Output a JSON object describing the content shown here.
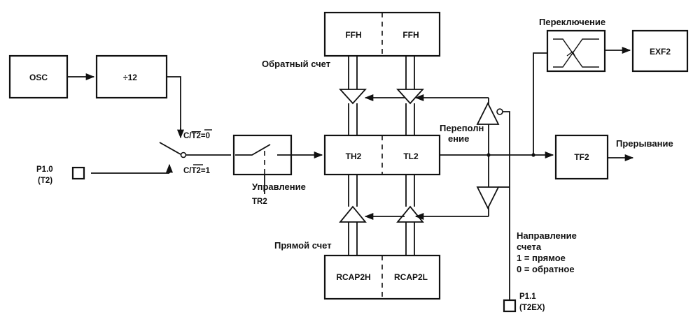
{
  "blocks": {
    "osc": "OSC",
    "div12": "÷12",
    "ffh_left": "FFH",
    "ffh_right": "FFH",
    "th2": "TH2",
    "tl2": "TL2",
    "rcap2h": "RCAP2H",
    "rcap2l": "RCAP2L",
    "tf2": "TF2",
    "exf2": "EXF2"
  },
  "labels": {
    "ct2_zero_prefix": "C/",
    "ct2_zero_bar": "T2",
    "ct2_zero_suffix": "=0",
    "ct2_one_prefix": "C/",
    "ct2_one_bar": "T2",
    "ct2_one_suffix": "=1",
    "p10_line1": "P1.0",
    "p10_line2": "(T2)",
    "control": "Управление",
    "tr2": "TR2",
    "count_down": "Обратный счет",
    "count_up": "Прямой счет",
    "overflow_line1": "Переполн",
    "overflow_line2": "ение",
    "switching": "Переключение",
    "interrupt": "Прерывание",
    "direction_line1": "Направление",
    "direction_line2": "счета",
    "direction_line3": "1 = прямое",
    "direction_line4": "0 = обратное",
    "p11_line1": "P1.1",
    "p11_line2": "(T2EX)"
  },
  "colors": {
    "line": "#111111",
    "background": "#ffffff"
  }
}
